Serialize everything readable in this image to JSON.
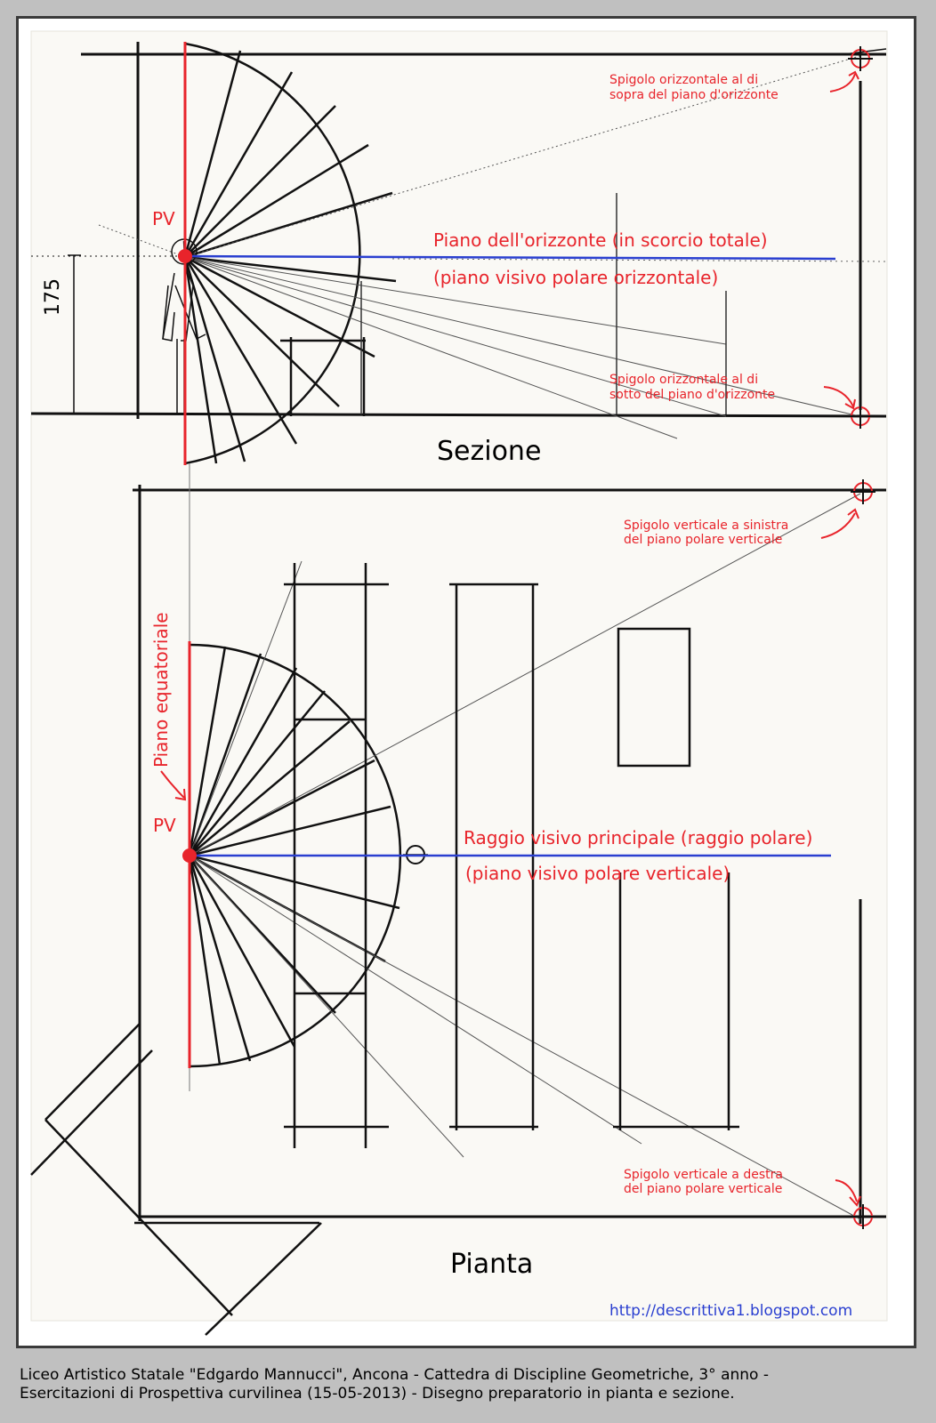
{
  "section": {
    "pv_label": "PV",
    "horizon_plane": "Piano dell'orizzonte (in scorcio totale)",
    "horizon_plane_sub": "(piano visivo polare orizzontale)",
    "edge_above_1": "Spigolo orizzontale al di",
    "edge_above_2": "sopra del piano d'orizzonte",
    "edge_below_1": "Spigolo orizzontale al di",
    "edge_below_2": "sotto del piano d'orizzonte",
    "height_value": "175",
    "title": "Sezione"
  },
  "plan": {
    "pv_label": "PV",
    "equatorial_plane": "Piano equatoriale",
    "main_ray": "Raggio visivo principale (raggio polare)",
    "main_ray_sub": "(piano visivo polare verticale)",
    "edge_left_1": "Spigolo verticale a sinistra",
    "edge_left_2": "del piano polare verticale",
    "edge_right_1": "Spigolo verticale a destra",
    "edge_right_2": "del piano polare verticale",
    "title": "Pianta"
  },
  "url": "http://descrittiva1.blogspot.com",
  "caption": {
    "line1": "Liceo Artistico Statale \"Edgardo Mannucci\", Ancona - Cattedra di Discipline Geometriche, 3° anno -",
    "line2": "Esercitazioni di Prospettiva curvilinea (15-05-2013) - Disegno preparatorio in pianta e sezione."
  },
  "colors": {
    "annotation_red": "#e8242b",
    "ray_blue": "#2a3fd0",
    "frame": "#3a3a3a",
    "background": "#c0c0c0"
  }
}
